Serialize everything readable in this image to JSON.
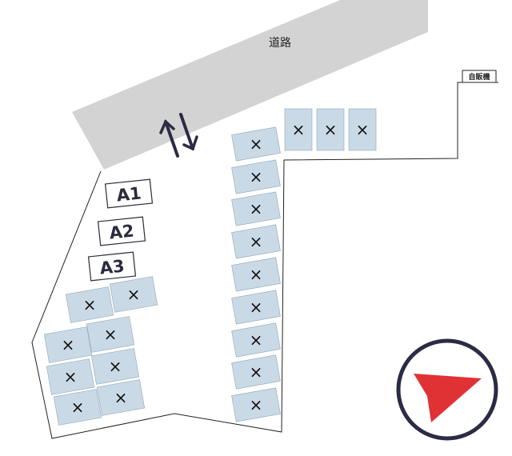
{
  "road": {
    "label": "道路"
  },
  "vending_machine": {
    "label": "自販機"
  },
  "available_spaces": [
    {
      "label": "A1"
    },
    {
      "label": "A2"
    },
    {
      "label": "A3"
    }
  ],
  "occupied_mark": "×",
  "colors": {
    "road": "#d3d3d3",
    "occupied_space": "#c9dae6",
    "outline": "#222222",
    "entry_arrows": "#2b2b45",
    "compass_ring": "#2b2b45",
    "north_pointer": "#e03234"
  },
  "icons": [
    "two-way-arrow-icon",
    "compass-icon"
  ]
}
